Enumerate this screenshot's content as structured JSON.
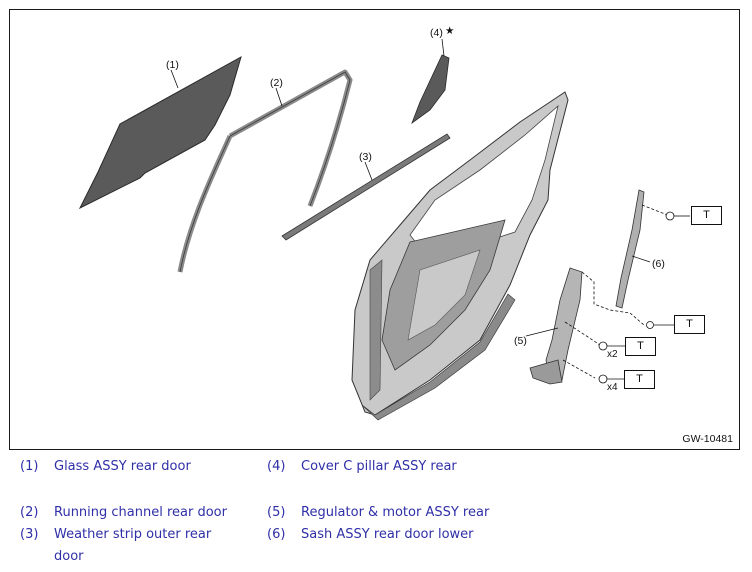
{
  "figure": {
    "id": "GW-10481",
    "callouts": {
      "c1": "(1)",
      "c2": "(2)",
      "c3": "(3)",
      "c4": "(4)",
      "c4_mark": "★",
      "c5": "(5)",
      "c6": "(6)"
    },
    "torque_label": "T",
    "qty_x2": "x2",
    "qty_x4": "x4"
  },
  "legend": [
    {
      "num": "(1)",
      "text": "Glass ASSY rear door"
    },
    {
      "num": "(4)",
      "text": "Cover C pillar ASSY rear"
    },
    {
      "num": "(2)",
      "text": "Running channel rear door"
    },
    {
      "num": "(5)",
      "text": "Regulator & motor ASSY rear"
    },
    {
      "num": "(3)",
      "text": "Weather strip outer rear door"
    },
    {
      "num": "(6)",
      "text": "Sash ASSY rear door lower"
    }
  ],
  "colors": {
    "link_text": "#2f2fa8",
    "part_dark": "#555555",
    "part_light": "#a9a9a9",
    "outline": "#1a1a1a"
  }
}
